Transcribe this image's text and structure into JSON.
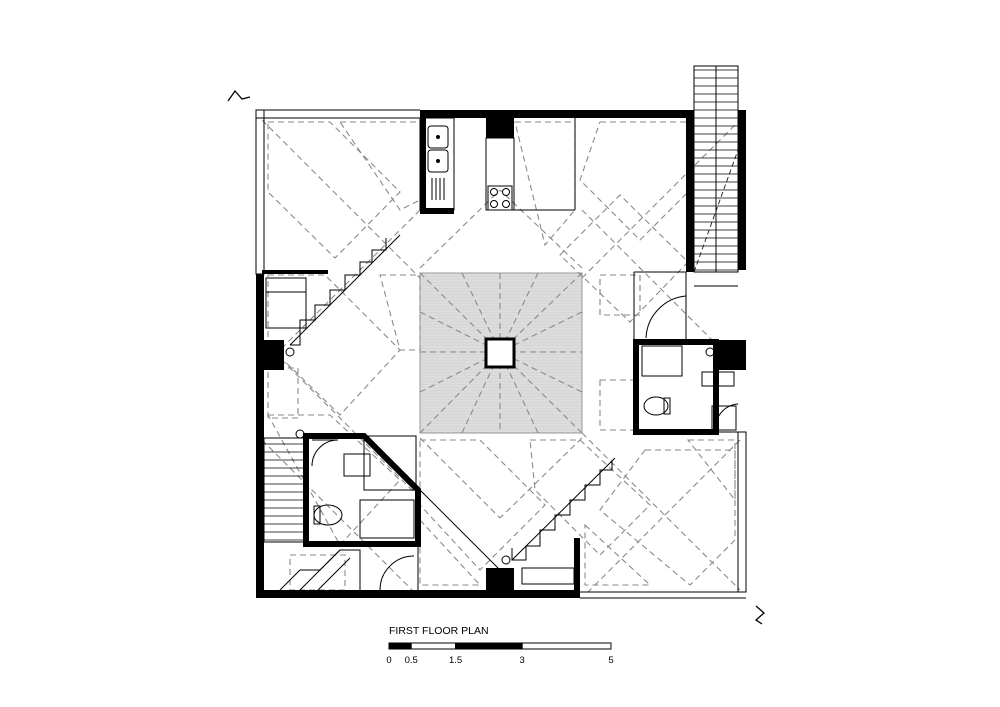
{
  "drawing": {
    "title": "FIRST FLOOR PLAN",
    "scale_bar": {
      "ticks": [
        "0",
        "0.5",
        "1.5",
        "3",
        "5"
      ],
      "tick_values": [
        0,
        0.5,
        1.5,
        3,
        5
      ],
      "segment_fills": [
        "#000000",
        "#ffffff",
        "#000000",
        "#ffffff"
      ]
    }
  },
  "colors": {
    "line": "#000000",
    "hidden_line": "#8a8a8a",
    "void_fill": "#dcdcdc",
    "background": "#ffffff"
  },
  "symbols": [
    "section-marker-icon",
    "section-marker-icon",
    "toilet-icon",
    "toilet-icon",
    "stove-icon",
    "sink-icon"
  ]
}
